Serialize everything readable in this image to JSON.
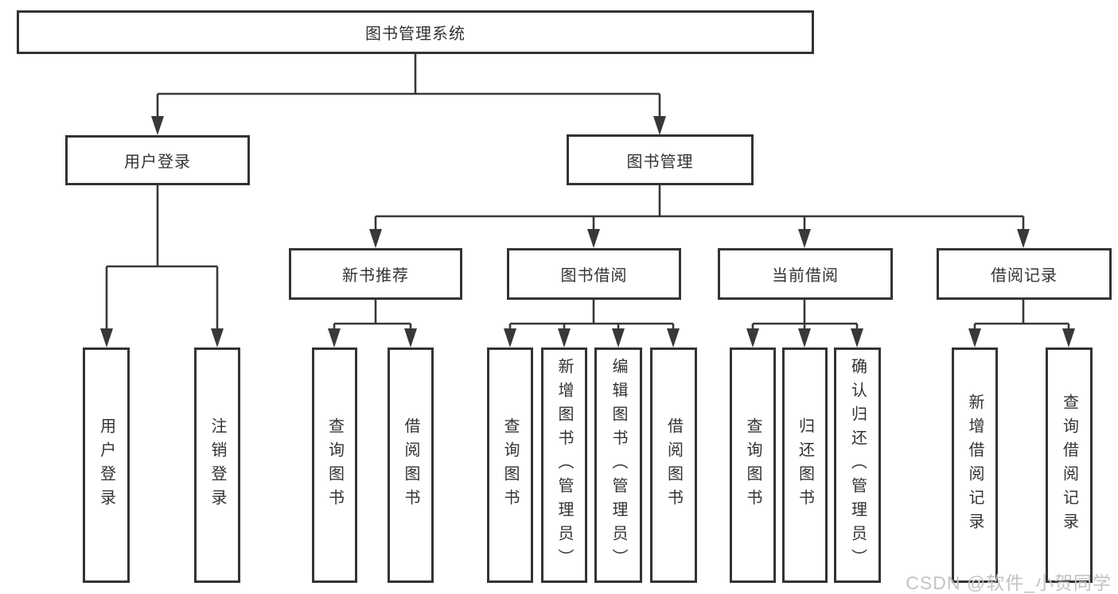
{
  "diagram": {
    "tree": {
      "label": "图书管理系统",
      "children": [
        {
          "label": "用户登录",
          "children": [
            {
              "label": "用户登录"
            },
            {
              "label": "注销登录"
            }
          ]
        },
        {
          "label": "图书管理",
          "children": [
            {
              "label": "新书推荐",
              "children": [
                {
                  "label": "查询图书"
                },
                {
                  "label": "借阅图书"
                }
              ]
            },
            {
              "label": "图书借阅",
              "children": [
                {
                  "label": "查询图书"
                },
                {
                  "label": "新增图书（管理员）"
                },
                {
                  "label": "编辑图书（管理员）"
                },
                {
                  "label": "借阅图书"
                }
              ]
            },
            {
              "label": "当前借阅",
              "children": [
                {
                  "label": "查询图书"
                },
                {
                  "label": "归还图书"
                },
                {
                  "label": "确认归还（管理员）"
                }
              ]
            },
            {
              "label": "借阅记录",
              "children": [
                {
                  "label": "新增借阅记录"
                },
                {
                  "label": "查询借阅记录"
                }
              ]
            }
          ]
        }
      ]
    }
  },
  "watermark": {
    "text": "CSDN @软件_小贺同学"
  },
  "colors": {
    "line": "#383838",
    "box_border": "#333333",
    "text": "#333333",
    "background": "#ffffff",
    "watermark": "#c3c3c3"
  }
}
